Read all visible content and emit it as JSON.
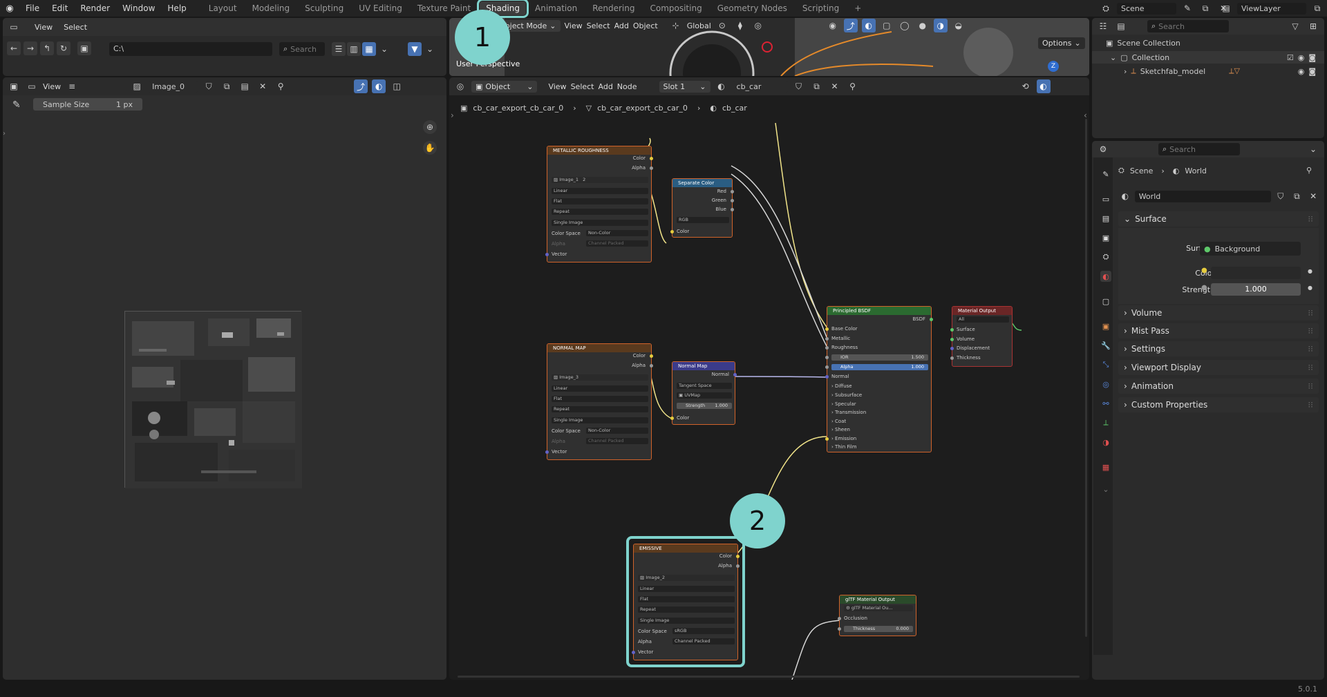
{
  "menu": {
    "file": "File",
    "edit": "Edit",
    "render": "Render",
    "window": "Window",
    "help": "Help"
  },
  "workspaces": [
    "Layout",
    "Modeling",
    "Sculpting",
    "UV Editing",
    "Texture Paint",
    "Shading",
    "Animation",
    "Rendering",
    "Compositing",
    "Geometry Nodes",
    "Scripting"
  ],
  "workspace_add": "+",
  "scene": {
    "name": "Scene",
    "view_layer": "ViewLayer"
  },
  "file_browser": {
    "view": "View",
    "select": "Select",
    "path": "C:\\",
    "search_placeholder": "Search"
  },
  "image_editor": {
    "view": "View",
    "image_name": "Image_0",
    "sample_size_label": "Sample Size",
    "sample_size_value": "1 px"
  },
  "viewport": {
    "mode": "Object Mode",
    "view": "View",
    "select": "Select",
    "add": "Add",
    "object": "Object",
    "orientation": "Global",
    "perspective_label": "User Perspective",
    "options": "Options",
    "gizmo_axis": "Z"
  },
  "node_editor": {
    "object_dropdown": "Object",
    "view": "View",
    "select": "Select",
    "add": "Add",
    "node": "Node",
    "slot": "Slot 1",
    "material": "cb_car",
    "breadcrumb": [
      "cb_car_export_cb_car_0",
      "cb_car_export_cb_car_0",
      "cb_car"
    ]
  },
  "nodes": {
    "metallic": {
      "title": "METALLIC ROUGHNESS",
      "out_color": "Color",
      "out_alpha": "Alpha",
      "image": "Image_1",
      "users": "2",
      "interp": "Linear",
      "proj": "Flat",
      "ext": "Repeat",
      "src": "Single Image",
      "cs_label": "Color Space",
      "cs_value": "Non-Color",
      "alpha_label": "Alpha",
      "alpha_value": "Channel Packed",
      "vector": "Vector"
    },
    "separate": {
      "title": "Separate Color",
      "red": "Red",
      "green": "Green",
      "blue": "Blue",
      "mode": "RGB",
      "color": "Color"
    },
    "normal_tex": {
      "title": "NORMAL MAP",
      "out_color": "Color",
      "out_alpha": "Alpha",
      "image": "Image_3",
      "interp": "Linear",
      "proj": "Flat",
      "ext": "Repeat",
      "src": "Single Image",
      "cs_label": "Color Space",
      "cs_value": "Non-Color",
      "alpha_label": "Alpha",
      "alpha_value": "Channel Packed",
      "vector": "Vector"
    },
    "normal_map": {
      "title": "Normal Map",
      "out_normal": "Normal",
      "space": "Tangent Space",
      "uv": "UVMap",
      "strength_label": "Strength",
      "strength_value": "1.000",
      "color": "Color"
    },
    "bsdf": {
      "title": "Principled BSDF",
      "out": "BSDF",
      "base_color": "Base Color",
      "metallic": "Metallic",
      "roughness": "Roughness",
      "ior_label": "IOR",
      "ior_value": "1.500",
      "alpha_label": "Alpha",
      "alpha_value": "1.000",
      "normal": "Normal",
      "sections": [
        "Diffuse",
        "Subsurface",
        "Specular",
        "Transmission",
        "Coat",
        "Sheen",
        "Emission",
        "Thin Film"
      ]
    },
    "material_output": {
      "title": "Material Output",
      "target": "All",
      "surface": "Surface",
      "volume": "Volume",
      "displacement": "Displacement",
      "thickness": "Thickness"
    },
    "emissive": {
      "title": "EMISSIVE",
      "out_color": "Color",
      "out_alpha": "Alpha",
      "image": "Image_2",
      "interp": "Linear",
      "proj": "Flat",
      "ext": "Repeat",
      "src": "Single Image",
      "cs_label": "Color Space",
      "cs_value": "sRGB",
      "alpha_label": "Alpha",
      "alpha_value": "Channel Packed",
      "vector": "Vector"
    },
    "gltf": {
      "title": "glTF Material Output",
      "group": "glTF Material Ou...",
      "occlusion": "Occlusion",
      "thickness_label": "Thickness",
      "thickness_value": "0.000"
    }
  },
  "outliner": {
    "search_placeholder": "Search",
    "scene_collection": "Scene Collection",
    "collection": "Collection",
    "item": "Sketchfab_model"
  },
  "properties": {
    "search_placeholder": "Search",
    "breadcrumb": [
      "Scene",
      "World"
    ],
    "world_name": "World",
    "surface_panel": "Surface",
    "surface_label": "Surface",
    "surface_value": "Background",
    "color_label": "Color",
    "strength_label": "Strength",
    "strength_value": "1.000",
    "sections": [
      "Volume",
      "Mist Pass",
      "Settings",
      "Viewport Display",
      "Animation",
      "Custom Properties"
    ]
  },
  "callouts": [
    "1",
    "2"
  ],
  "version": "5.0.1"
}
